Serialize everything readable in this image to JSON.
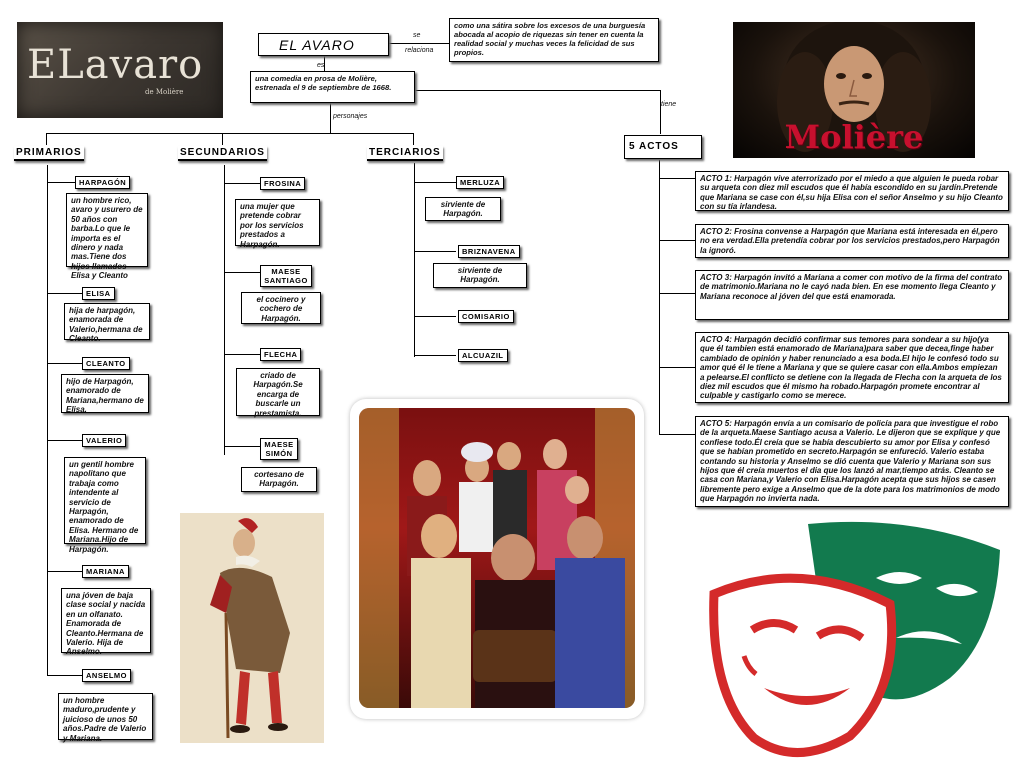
{
  "header": {
    "title": "EL AVARO",
    "link_se": "se",
    "link_relaciona": "relaciona",
    "link_es": "es",
    "link_personajes": "personajes",
    "link_tiene": "tiene",
    "satire": "como una sátira sobre los excesos de una burguesía abocada al acopio de riquezas sin tener en cuenta la realidad social y muchas veces la felicidad de sus propios.",
    "comedy": "una comedia en prosa de Molière, estrenada el 9 de septiembre de 1668."
  },
  "logo": {
    "main": "ELavaro",
    "sub": "de Molière"
  },
  "portrait": {
    "caption": "Molière"
  },
  "categories": {
    "primarios": "PRIMARIOS",
    "secundarios": "SECUNDARIOS",
    "terciarios": "TERCIARIOS",
    "actos": "5 ACTOS"
  },
  "primarios": [
    {
      "name": "HARPAGÓN",
      "desc": "un hombre rico, avaro y usurero de 50 años con barba.Lo que le importa es el dinero y nada mas.Tiene dos hijos llamados Elisa y Cleanto"
    },
    {
      "name": "ELISA",
      "desc": "hija de harpagón, enamorada de Valerio,hermana de Cleanto."
    },
    {
      "name": "CLEANTO",
      "desc": "hijo de Harpagón, enamorado de Mariana,hermano de Elisa."
    },
    {
      "name": "VALERIO",
      "desc": "un gentil hombre napolitano que trabaja como intendente al servicio de Harpagón, enamorado de Elisa. Hermano de Mariana.Hijo de Harpagón."
    },
    {
      "name": "MARIANA",
      "desc": "una jóven de baja clase social y nacida en un olfanato. Enamorada de Cleanto.Hermana de Valerio. Hija de Anselmo."
    },
    {
      "name": "ANSELMO",
      "desc": "un hombre maduro,prudente y juicioso de unos 50 años.Padre de Valerio y Mariana."
    }
  ],
  "secundarios": [
    {
      "name": "FROSINA",
      "desc": "una mujer que pretende cobrar por los servicios prestados a Harpagón."
    },
    {
      "name": "MAESE SANTIAGO",
      "desc": "el cocinero y cochero de Harpagón."
    },
    {
      "name": "FLECHA",
      "desc": "criado de Harpagón.Se encarga de buscarle un prestamista."
    },
    {
      "name": "MAESE SIMÓN",
      "desc": "cortesano de Harpagón."
    }
  ],
  "terciarios": [
    {
      "name": "MERLUZA",
      "desc": "sirviente de Harpagón."
    },
    {
      "name": "BRIZNAVENA",
      "desc": "sirviente de Harpagón."
    },
    {
      "name": "COMISARIO",
      "desc": ""
    },
    {
      "name": "ALCUAZIL",
      "desc": ""
    }
  ],
  "actos": [
    "ACTO 1: Harpagón vive aterrorizado por el miedo a que alguien le pueda robar su arqueta con diez mil escudos que él había escondido en su jardín.Pretende que Mariana se case con él,su hija Elisa con el señor Anselmo y su hijo Cleanto con su tía irlandesa.",
    "ACTO 2: Frosina convense a Harpagón que Mariana está interesada en él,pero no era verdad.Ella pretendía cobrar por los servicios prestados,pero Harpagón la ignoró.",
    "ACTO 3: Harpagón invitó a Mariana a comer con motivo de la firma del contrato de matrimonio.Mariana no le cayó nada bien. En ese momento llega Cleanto y Mariana reconoce al jóven del que está enamorada.",
    "ACTO 4: Harpagón decidió confirmar sus temores para sondear a su hijo(ya que él tambien está enamorado de Mariana)para saber que decea,finge haber cambiado de opinión y haber renunciado a esa boda.El hijo le confesó todo su amor qué él le tiene a Mariana y que se quiere casar con ella.Ambos empiezan a pelearse.El conflicto se detiene con la llegada de Flecha con la arqueta de los diez mil escudos que él mismo ha robado.Harpagón promete encontrar al culpable y castigarlo como se merece.",
    "ACTO 5: Harpagón envía a un comisario de policía para que investigue el robo de la arqueta.Maese Santiago acusa a Valerio. Le dijeron que se explique y que confiese todo.Él creía que se había descubierto su amor por Elisa y confesó que se habían prometido en secreto.Harpagón se enfureció. Valerio estaba contando su historia y Anselmo se dió cuenta que Valerio y Mariana son sus hijos que él creía muertos el dia que los lanzó al mar,tiempo atrás. Cleanto se casa con Mariana,y Valerio con Elisa.Harpagón acepta que sus hijos se casen libremente pero exige a Anselmo que de la dote para los matrimonios de modo que Harpagón no invierta nada."
  ],
  "colors": {
    "masks_red": "#d42a2a",
    "masks_green": "#127a4e",
    "portrait_title": "#c8102e"
  }
}
